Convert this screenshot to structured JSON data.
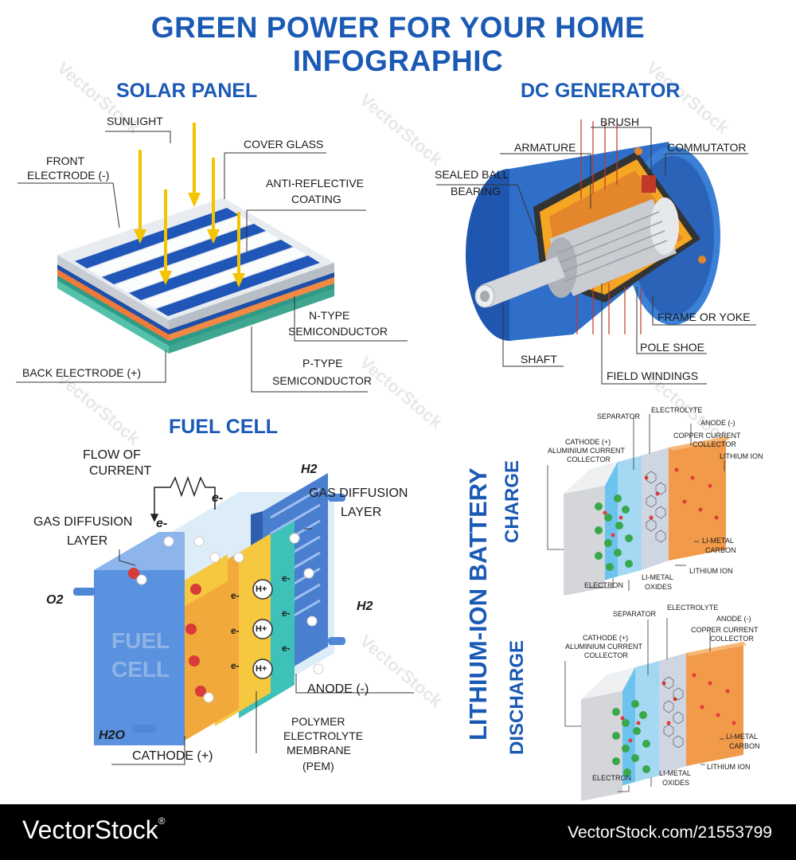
{
  "header": {
    "title_line1": "GREEN POWER FOR YOUR HOME",
    "title_line2": "INFOGRAPHIC"
  },
  "solar_panel": {
    "heading": "SOLAR PANEL",
    "labels": {
      "sunlight": "SUNLIGHT",
      "front_electrode_1": "FRONT",
      "front_electrode_2": "ELECTRODE (-)",
      "cover_glass": "COVER GLASS",
      "anti_reflective_1": "ANTI-REFLECTIVE",
      "anti_reflective_2": "COATING",
      "n_type_1": "N-TYPE",
      "n_type_2": "SEMICONDUCTOR",
      "p_type_1": "P-TYPE",
      "p_type_2": "SEMICONDUCTOR",
      "back_electrode": "BACK ELECTRODE (+)"
    }
  },
  "dc_generator": {
    "heading": "DC GENERATOR",
    "labels": {
      "brush": "BRUSH",
      "armature": "ARMATURE",
      "commutator": "COMMUTATOR",
      "sealed_1": "SEALED BALL",
      "sealed_2": "BEARING",
      "frame": "FRAME OR YOKE",
      "pole_shoe": "POLE SHOE",
      "shaft": "SHAFT",
      "field_windings": "FIELD WINDINGS"
    }
  },
  "fuel_cell": {
    "heading": "FUEL CELL",
    "labels": {
      "flow_1": "FLOW OF",
      "flow_2": "CURRENT",
      "gdl_left_1": "GAS DIFFUSION",
      "gdl_left_2": "LAYER",
      "gdl_right_1": "GAS DIFFUSION",
      "gdl_right_2": "LAYER",
      "h2_top": "H2",
      "h2_right": "H2",
      "o2": "O2",
      "h2o": "H2O",
      "e_top": "e-",
      "e_left": "e-",
      "fuel": "FUEL",
      "cell": "CELL",
      "anode": "ANODE (-)",
      "cathode": "CATHODE (+)",
      "pem_1": "POLYMER",
      "pem_2": "ELECTROLYTE",
      "pem_3": "MEMBRANE",
      "pem_4": "(PEM)",
      "h_plus": "H+",
      "e_minus": "e-"
    }
  },
  "lithium_ion": {
    "heading": "LITHIUM-ION BATTERY",
    "charge": {
      "title": "CHARGE",
      "separator": "SEPARATOR",
      "electrolyte": "ELECTROLYTE",
      "anode": "ANODE (-)",
      "cathode_1": "CATHODE (+)",
      "cathode_2": "ALUMINIUM CURRENT",
      "cathode_3": "COLLECTOR",
      "copper_1": "COPPER CURRENT",
      "copper_2": "COLLECTOR",
      "lithium_ion_top": "LITHIUM ION",
      "li_metal_carbon_1": "LI-METAL",
      "li_metal_carbon_2": "CARBON",
      "lithium_ion_bottom": "LITHIUM ION",
      "li_metal_oxides_1": "LI-METAL",
      "li_metal_oxides_2": "OXIDES",
      "electron": "ELECTRON"
    },
    "discharge": {
      "title": "DISCHARGE",
      "separator": "SEPARATOR",
      "electrolyte": "ELECTROLYTE",
      "anode": "ANODE (-)",
      "cathode_1": "CATHODE (+)",
      "cathode_2": "ALUMINIUM CURRENT",
      "cathode_3": "COLLECTOR",
      "copper_1": "COPPER CURRENT",
      "copper_2": "COLLECTOR",
      "li_metal_carbon_1": "LI-METAL",
      "li_metal_carbon_2": "CARBON",
      "lithium_ion": "LITHIUM ION",
      "li_metal_oxides_1": "LI-METAL",
      "li_metal_oxides_2": "OXIDES",
      "electron": "ELECTRON"
    }
  },
  "footer": {
    "brand": "VectorStock",
    "registered": "®",
    "url": "VectorStock.com/21553799"
  },
  "watermark": "VectorStock"
}
